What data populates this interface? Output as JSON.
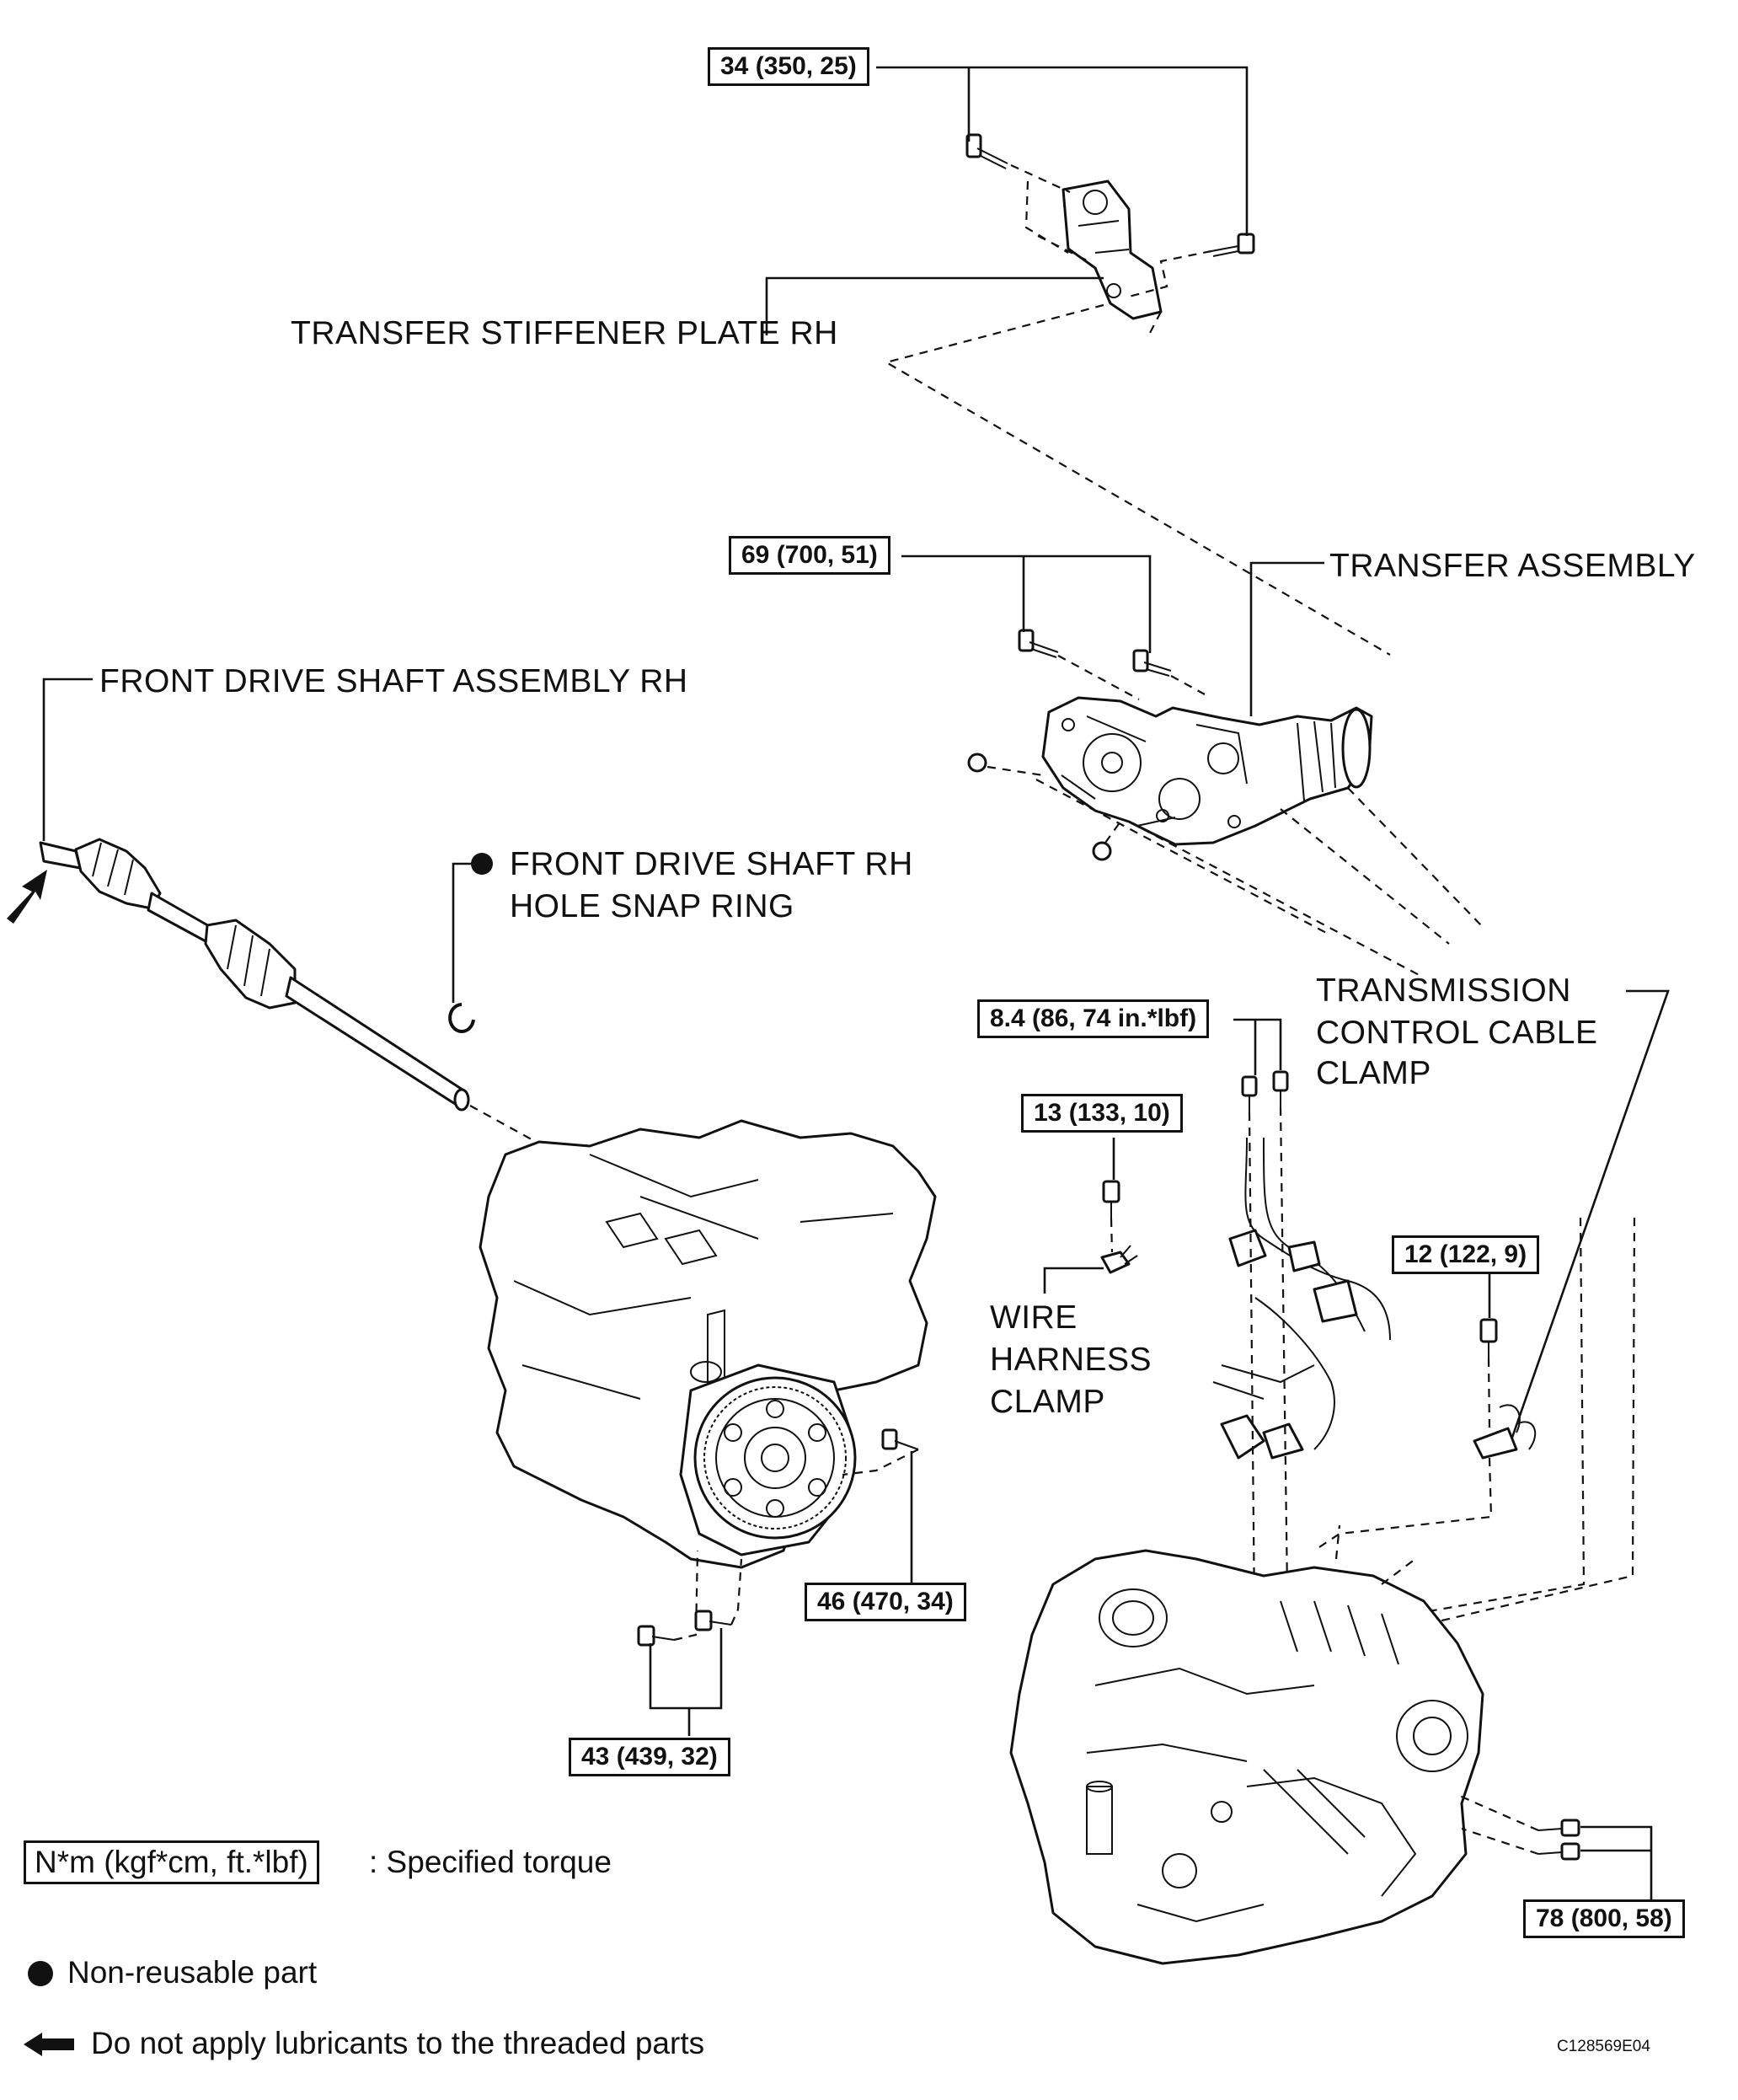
{
  "labels": {
    "transfer_stiffener_plate_rh": "TRANSFER STIFFENER PLATE RH",
    "transfer_assembly": "TRANSFER ASSEMBLY",
    "front_drive_shaft_assembly_rh": "FRONT DRIVE SHAFT ASSEMBLY RH",
    "front_drive_shaft_rh_hole_snap_ring_line1": "FRONT DRIVE SHAFT RH",
    "front_drive_shaft_rh_hole_snap_ring_line2": "HOLE SNAP RING",
    "transmission_control_cable_clamp_line1": "TRANSMISSION",
    "transmission_control_cable_clamp_line2": "CONTROL CABLE",
    "transmission_control_cable_clamp_line3": "CLAMP",
    "wire_harness_clamp_line1": "WIRE",
    "wire_harness_clamp_line2": "HARNESS",
    "wire_harness_clamp_line3": "CLAMP"
  },
  "torque_specs": {
    "stiffener_bolts": "34 (350, 25)",
    "transfer_bolts": "69 (700, 51)",
    "cable_clamp_bolts": "8.4 (86, 74 in.*lbf)",
    "harness_clamp_bolt": "13 (133, 10)",
    "control_cable_clamp_bolt": "12 (122, 9)",
    "flywheel_side_bolt": "46 (470, 34)",
    "engine_lower_bolts": "43 (439, 32)",
    "transaxle_bolts": "78 (800, 58)"
  },
  "legend": {
    "torque_unit_box": "N*m (kgf*cm, ft.*lbf)",
    "torque_unit_text": ": Specified torque",
    "non_reusable": "Non-reusable part",
    "no_lubricant": "Do not apply lubricants to the threaded parts"
  },
  "figure_code": "C128569E04"
}
